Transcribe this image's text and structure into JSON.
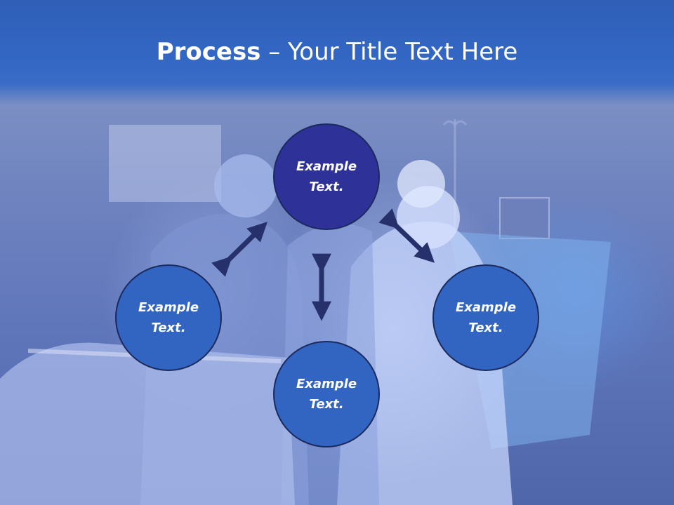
{
  "slide": {
    "title_bold": "Process",
    "title_rest": " – Your Title Text Here"
  },
  "nodes": {
    "top": {
      "label": "Example Text."
    },
    "left": {
      "label": "Example Text."
    },
    "center": {
      "label": "Example Text."
    },
    "right": {
      "label": "Example Text."
    }
  },
  "colors": {
    "title_band": "#3367c4",
    "node_fill": "#3265c1",
    "node_top_fill": "#2e3298",
    "node_border": "#1b2a5e",
    "arrow": "#26306a"
  },
  "icons": [
    "double-headed-arrow-icon"
  ]
}
